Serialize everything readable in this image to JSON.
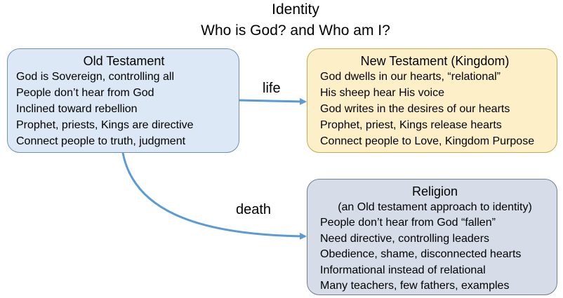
{
  "title": {
    "line1": "Identity",
    "line2": "Who is God? and Who am I?"
  },
  "boxes": {
    "old_testament": {
      "heading": "Old Testament",
      "lines": [
        "God is Sovereign, controlling all",
        "People don’t hear from God",
        "Inclined toward rebellion",
        "Prophet, priests, Kings are directive",
        "Connect people to truth, judgment"
      ]
    },
    "new_testament": {
      "heading": "New Testament (Kingdom)",
      "lines": [
        "God dwells in our hearts, “relational”",
        "His sheep hear His voice",
        "God writes in the desires of our  hearts",
        "Prophet, priest, Kings release hearts",
        "Connect people to Love, Kingdom Purpose"
      ]
    },
    "religion": {
      "heading": "Religion",
      "subheading": "(an Old testament approach to identity)",
      "lines": [
        "People don’t hear from God “fallen”",
        "Need directive, controlling leaders",
        "Obedience, shame, disconnected hearts",
        "Informational instead of relational",
        "Many teachers, few fathers, examples"
      ]
    }
  },
  "connectors": {
    "life_label": "life",
    "death_label": "death",
    "arrow_color": "#5b9bd5"
  },
  "colors": {
    "old_fill": "#dce8f5",
    "new_fill": "#fdf0c8",
    "religion_fill": "#d6dde8"
  }
}
